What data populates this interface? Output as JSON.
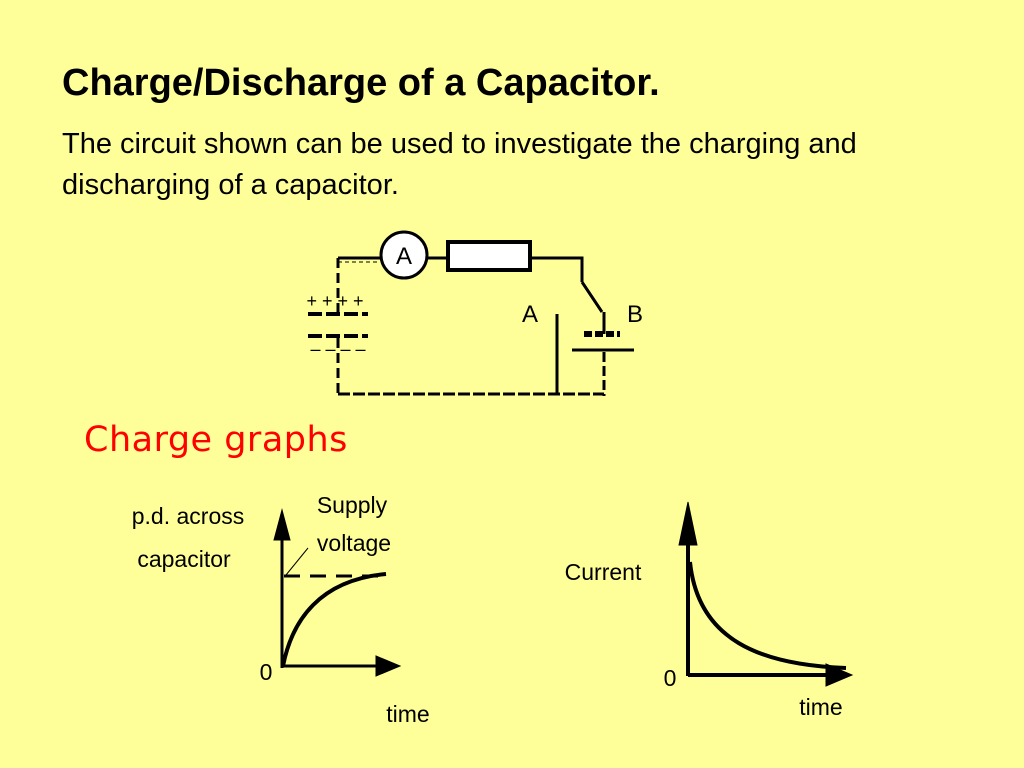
{
  "slide": {
    "title": "Charge/Discharge of a Capacitor.",
    "intro": "The circuit shown can be used to investigate the charging and discharging of a capacitor.",
    "section_heading": "Charge graphs",
    "colors": {
      "background": "#ffff99",
      "heading": "#ff0000",
      "ink": "#000000",
      "meter_fill": "#ffffff"
    }
  },
  "circuit": {
    "ammeter_label": "A",
    "switch_label_a": "A",
    "switch_label_b": "B",
    "plate_top_charges": "+ + + +",
    "plate_bottom_charges": "– – – –"
  },
  "graphs": {
    "pd": {
      "y_label_line1": "p.d. across",
      "y_label_line2": "capacitor",
      "supply_line1": "Supply",
      "supply_line2": "voltage",
      "origin": "0",
      "x_label": "time"
    },
    "current": {
      "y_label": "Current",
      "origin": "0",
      "x_label": "time"
    }
  }
}
